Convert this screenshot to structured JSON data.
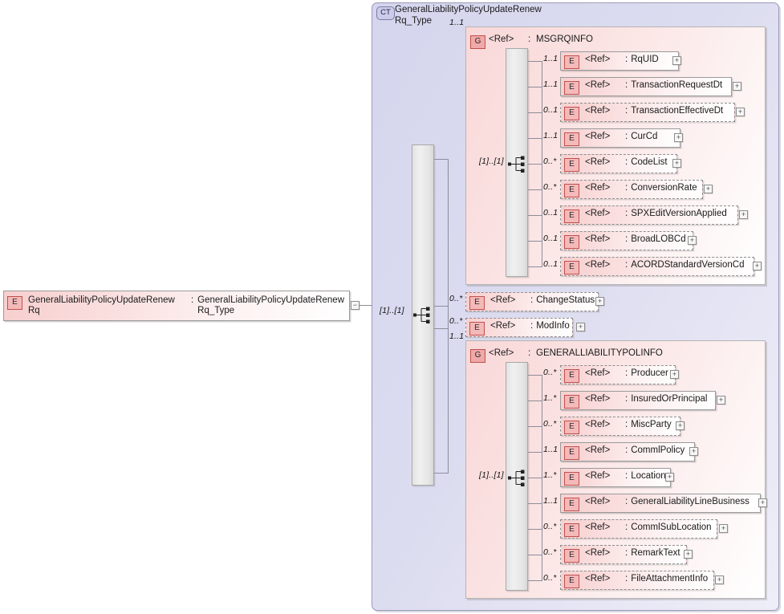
{
  "diagram": {
    "kind": "xsd-schema-tree",
    "root_element": {
      "badge": "E",
      "name": "GeneralLiabilityPolicyUpdateRenew\nRq",
      "type_sep": ":",
      "type": "GeneralLiabilityPolicyUpdateRenew\nRq_Type",
      "toggle": "−"
    },
    "complex_type": {
      "badge": "CT",
      "title": "GeneralLiabilityPolicyUpdateRenew\nRq_Type",
      "sequence_cardinality": "[1]..[1]"
    },
    "colors": {
      "element_fill": "#f7cfcf",
      "element_border": "#9a9a9a",
      "badge_border": "#c0504d",
      "badge_fill": "#f4b9b9",
      "ct_fill": "#ccccea",
      "ct_border": "#7b7ba6",
      "group_fill": "#f9d8d8",
      "container_fill": "#d5d5ee",
      "seqbar_fill": "#e9e9e9",
      "line": "#8d8d9a"
    },
    "ref_label": "<Ref>",
    "colon": ":",
    "plus": "+",
    "children": [
      {
        "badge": "G",
        "card": "1..1",
        "name": "MSGRQINFO",
        "required": true,
        "sequence_cardinality": "[1]..[1]",
        "items": [
          {
            "badge": "E",
            "card": "1..1",
            "name": "RqUID",
            "required": true
          },
          {
            "badge": "E",
            "card": "1..1",
            "name": "TransactionRequestDt",
            "required": true
          },
          {
            "badge": "E",
            "card": "0..1",
            "name": "TransactionEffectiveDt",
            "required": false
          },
          {
            "badge": "E",
            "card": "1..1",
            "name": "CurCd",
            "required": true
          },
          {
            "badge": "E",
            "card": "0..*",
            "name": "CodeList",
            "required": false
          },
          {
            "badge": "E",
            "card": "0..*",
            "name": "ConversionRate",
            "required": false
          },
          {
            "badge": "E",
            "card": "0..1",
            "name": "SPXEditVersionApplied",
            "required": false
          },
          {
            "badge": "E",
            "card": "0..1",
            "name": "BroadLOBCd",
            "required": false
          },
          {
            "badge": "E",
            "card": "0..1",
            "name": "ACORDStandardVersionCd",
            "required": false
          }
        ]
      },
      {
        "badge": "E",
        "card": "0..*",
        "name": "ChangeStatus",
        "required": false,
        "items": []
      },
      {
        "badge": "E",
        "card": "0..*",
        "name": "ModInfo",
        "required": false,
        "items": []
      },
      {
        "badge": "G",
        "card": "1..1",
        "name": "GENERALLIABILITYPOLINFO",
        "required": true,
        "sequence_cardinality": "[1]..[1]",
        "items": [
          {
            "badge": "E",
            "card": "0..*",
            "name": "Producer",
            "required": false
          },
          {
            "badge": "E",
            "card": "1..*",
            "name": "InsuredOrPrincipal",
            "required": true
          },
          {
            "badge": "E",
            "card": "0..*",
            "name": "MiscParty",
            "required": false
          },
          {
            "badge": "E",
            "card": "1..1",
            "name": "CommlPolicy",
            "required": true
          },
          {
            "badge": "E",
            "card": "1..*",
            "name": "Location",
            "required": true
          },
          {
            "badge": "E",
            "card": "1..1",
            "name": "GeneralLiabilityLineBusiness",
            "required": true
          },
          {
            "badge": "E",
            "card": "0..*",
            "name": "CommlSubLocation",
            "required": false
          },
          {
            "badge": "E",
            "card": "0..*",
            "name": "RemarkText",
            "required": false
          },
          {
            "badge": "E",
            "card": "0..*",
            "name": "FileAttachmentInfo",
            "required": false
          }
        ]
      }
    ]
  }
}
